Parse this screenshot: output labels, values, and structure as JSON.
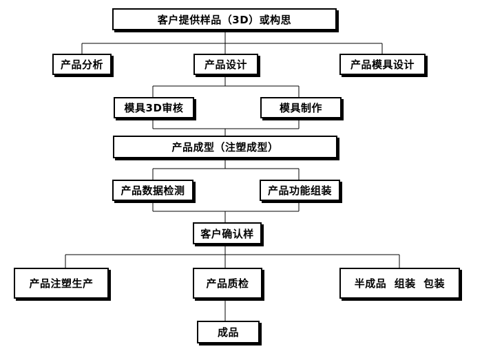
{
  "diagram": {
    "nodes": [
      {
        "id": "root",
        "label": "客户提供样品（3D）或构思"
      },
      {
        "id": "analysis",
        "label": "产品分析"
      },
      {
        "id": "design",
        "label": "产品设计"
      },
      {
        "id": "mold_design",
        "label": "产品模具设计"
      },
      {
        "id": "mold_review",
        "label": "模具3D审核"
      },
      {
        "id": "mold_making",
        "label": "模具制作"
      },
      {
        "id": "molding",
        "label": "产品成型（注塑成型）"
      },
      {
        "id": "data_check",
        "label": "产品数据检测"
      },
      {
        "id": "assembly",
        "label": "产品功能组装"
      },
      {
        "id": "confirm",
        "label": "客户确认样"
      },
      {
        "id": "injection",
        "label": "产品注塑生产"
      },
      {
        "id": "qc",
        "label": "产品质检"
      },
      {
        "id": "semi",
        "label": "半成品  组装  包装"
      },
      {
        "id": "final",
        "label": "成品"
      }
    ],
    "edges": [
      {
        "from": "root",
        "to": "analysis"
      },
      {
        "from": "root",
        "to": "design"
      },
      {
        "from": "root",
        "to": "mold_design"
      },
      {
        "from": "design",
        "to": "mold_review"
      },
      {
        "from": "design",
        "to": "mold_making"
      },
      {
        "from": "mold_review",
        "to": "molding"
      },
      {
        "from": "mold_making",
        "to": "molding"
      },
      {
        "from": "molding",
        "to": "data_check"
      },
      {
        "from": "molding",
        "to": "assembly"
      },
      {
        "from": "data_check",
        "to": "confirm"
      },
      {
        "from": "assembly",
        "to": "confirm"
      },
      {
        "from": "confirm",
        "to": "injection"
      },
      {
        "from": "confirm",
        "to": "qc"
      },
      {
        "from": "confirm",
        "to": "semi"
      },
      {
        "from": "qc",
        "to": "final"
      }
    ],
    "colors": {
      "line": "#000000",
      "box_border": "#000000",
      "box_fill": "#ffffff",
      "text": "#000000"
    }
  }
}
